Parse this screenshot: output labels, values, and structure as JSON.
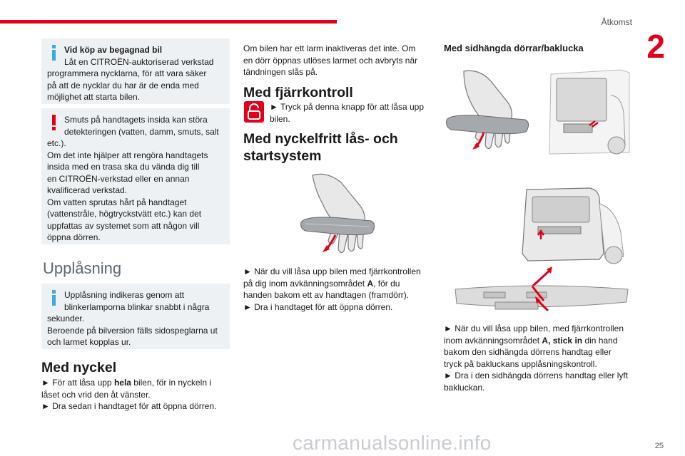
{
  "header": {
    "title": "Åtkomst",
    "chapter": "2",
    "page": "25"
  },
  "icons": {
    "info": "info-icon",
    "warning": "warning-icon",
    "unlock": "unlock-icon"
  },
  "colors": {
    "accent": "#e3001b",
    "info_blue": "#3fa9d8",
    "box_bg": "#eef1f3"
  },
  "col1": {
    "box1": {
      "title": "Vid köp av begagnad bil",
      "line1": "Låt en CITROËN-auktoriserad verkstad",
      "line2": "programmera nycklarna, för att vara säker",
      "line3": "på att de nycklar du har är de enda med",
      "line4": "möjlighet att starta bilen."
    },
    "box2": {
      "line1": "Smuts på handtagets insida kan störa",
      "line2": "detekteringen (vatten, damm, smuts, salt",
      "line3": "etc.).",
      "line4": "Om det inte hjälper att rengöra handtagets",
      "line5": "insida med en trasa ska du vända dig till",
      "line6": "en CITROËN-verkstad eller en annan",
      "line7": "kvalificerad verkstad.",
      "line8": "Om vatten sprutas hårt på handtaget",
      "line9": "(vattenstråle, högtryckstvätt etc.) kan det",
      "line10": "uppfattas av systemet som att någon vill",
      "line11": "öppna dörren."
    },
    "section_title": "Upplåsning",
    "box3": {
      "line1": "Upplåsning indikeras genom att",
      "line2": "blinkerlamporna blinkar snabbt i några",
      "line3": "sekunder.",
      "line4": "Beroende på bilversion fälls sidospeglarna ut",
      "line5": "och larmet kopplas ur."
    },
    "h_nyckel": "Med nyckel",
    "nyckel": {
      "p1_a": "► För att låsa upp ",
      "p1_b": "hela",
      "p1_c": " bilen, för in nyckeln i",
      "p2": "låset och vrid den åt vänster.",
      "p3": "► Dra sedan i handtaget för att öppna dörren."
    }
  },
  "col2": {
    "intro1": "Om bilen har ett larm inaktiveras det inte. Om",
    "intro2": "en dörr öppnas utlöses larmet och avbryts när",
    "intro3": "tändningen slås på.",
    "h_fjarr": "Med fjärrkontroll",
    "fjarr1": "► Tryck på denna knapp för att låsa upp",
    "fjarr2": "bilen.",
    "h_keyless1": "Med nyckelfritt lås- och",
    "h_keyless2": "startsystem",
    "k1_a": "► När du vill låsa upp bilen med fjärrkontrollen",
    "k2_a": "på dig inom avkänningsområdet ",
    "k2_b": "A",
    "k2_c": ", för du",
    "k3": "handen bakom ett av handtagen (framdörr).",
    "k4": "► Dra i handtaget för att öppna dörren."
  },
  "col3": {
    "h_side": "Med sidhängda dörrar/baklucka",
    "s1": "► När du vill låsa upp bilen, med fjärrkontrollen",
    "s2_a": "inom avkänningsområdet ",
    "s2_b": "A, stick in",
    "s2_c": " din hand",
    "s3": "bakom den sidhängda dörrens handtag eller",
    "s4": "tryck på bakluckans upplåsningskontroll.",
    "s5": "► Dra i den sidhängda dörrens handtag eller lyft",
    "s6": "bakluckan."
  },
  "watermark": "carmanualsonline.info"
}
